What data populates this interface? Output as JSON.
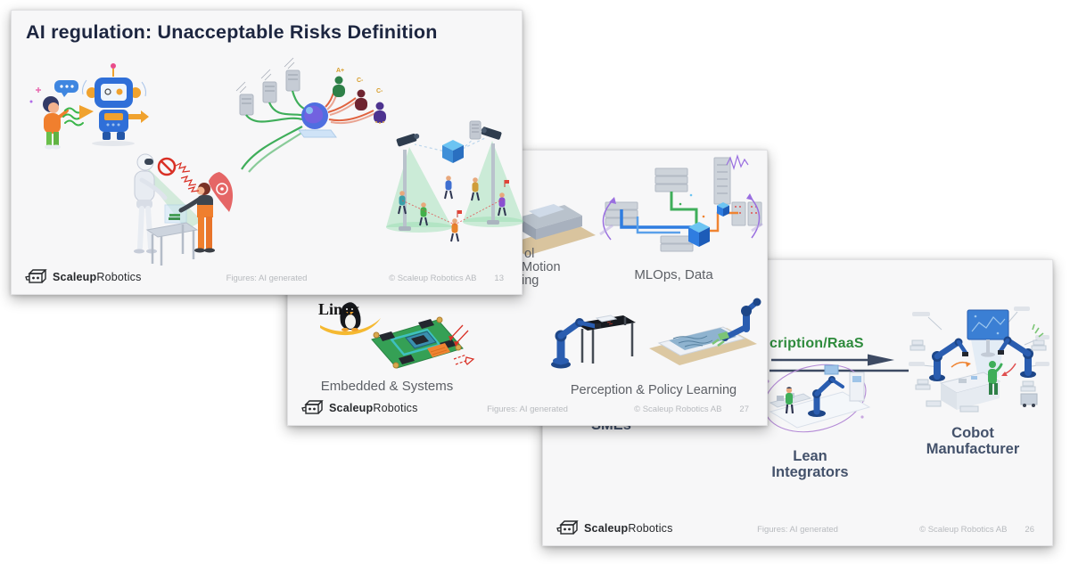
{
  "footer": {
    "brand_bold": "Scaleup",
    "brand_regular": "Robotics",
    "figures": "Figures: AI generated",
    "copyright": "© Scaleup Robotics AB"
  },
  "slide_front": {
    "title": "AI regulation: Unacceptable Risks Definition",
    "page": "13",
    "grades": [
      "A+",
      "C-",
      "C-"
    ]
  },
  "slide_middle": {
    "page": "27",
    "linux_label": "Linux",
    "clipped_label_lines": [
      "ol",
      "Motion",
      "ing"
    ],
    "mlops_label": "MLOps, Data",
    "embedded_label": "Embedded & Systems",
    "perception_label": "Perception & Policy Learning"
  },
  "slide_back": {
    "page": "26",
    "raas_label_fragment": "cription/RaaS",
    "smes_label": "SMEs",
    "lean_label": "Lean Integrators",
    "cobot_label": [
      "Cobot",
      "Manufacturer"
    ]
  },
  "colors": {
    "slide_bg": "#f7f7f8",
    "title_navy": "#1d2640",
    "label_gray": "#5d6066",
    "label_navy": "#44526b",
    "raas_green": "#2e8b3c",
    "arrow_navy": "#3d4a63",
    "footer_muted": "#b7babe",
    "robot_blue": "#2a5db0",
    "accent_orange": "#f0a22e",
    "pcb_green": "#35a055",
    "cone_green": "#8fdcaa"
  }
}
